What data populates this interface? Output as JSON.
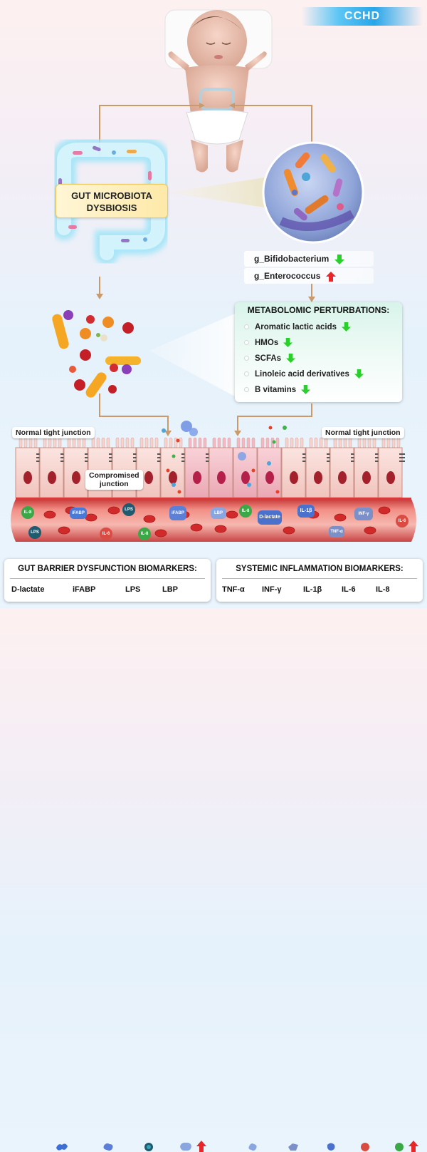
{
  "badge": "CCHD",
  "gut_label": {
    "line1": "GUT MICROBIOTA",
    "line2": "DYSBIOSIS"
  },
  "taxa": [
    {
      "name": "g_Bifidobacterium",
      "trend": "down"
    },
    {
      "name": "g_Enterococcus",
      "trend": "up"
    }
  ],
  "metabolomic": {
    "title": "METABOLOMIC  PERTURBATIONS:",
    "items": [
      {
        "label": "Aromatic lactic acids",
        "trend": "down"
      },
      {
        "label": "HMOs",
        "trend": "down"
      },
      {
        "label": "SCFAs",
        "trend": "down"
      },
      {
        "label": "Linoleic acid derivatives",
        "trend": "down"
      },
      {
        "label": "B vitamins",
        "trend": "down"
      }
    ]
  },
  "junctions": {
    "normal_left": "Normal tight junction",
    "normal_right": "Normal tight junction",
    "compromised_line1": "Compromised",
    "compromised_line2": "junction"
  },
  "vessel_particles": {
    "il8": "IL-8",
    "lps": "LPS",
    "ifabp": "iFABP",
    "dlactate": "D-lactate",
    "il1b": "IL-1β",
    "infg": "INF-γ",
    "il6": "IL-6",
    "lbp": "LBP",
    "tnfa": "TNF-α"
  },
  "gut_barrier": {
    "title": "GUT BARRIER DYSFUNCTION BIOMARKERS:",
    "items": [
      "D-lactate",
      "iFABP",
      "LPS",
      "LBP"
    ],
    "trend": "up"
  },
  "systemic": {
    "title": "SYSTEMIC INFLAMMATION BIOMARKERS:",
    "items": [
      "TNF-α",
      "INF-γ",
      "IL-1β",
      "IL-6",
      "IL-8"
    ],
    "trend": "up"
  },
  "colors": {
    "down_arrow": "#2bcf2b",
    "up_arrow": "#e8262a",
    "connector": "#c99b6c",
    "vessel": "#e45a5a",
    "accent": "#27a6ea"
  }
}
